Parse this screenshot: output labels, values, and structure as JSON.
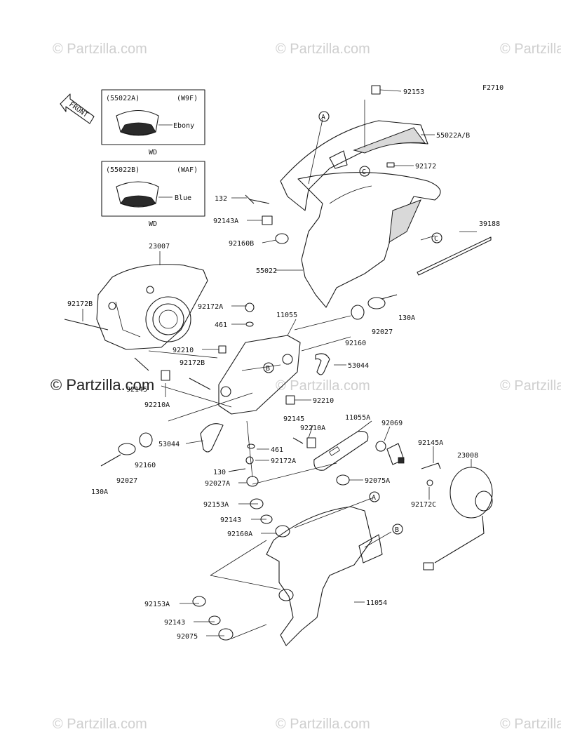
{
  "figure_code": "F2710",
  "front_label": "FRONT",
  "watermark": "© Partzilla.com",
  "inset_a": {
    "code": "(55022A)",
    "variant": "(W9F)",
    "color": "Ebony",
    "footer": "WD"
  },
  "inset_b": {
    "code": "(55022B)",
    "variant": "(WAF)",
    "color": "Blue",
    "footer": "WD"
  },
  "callouts": {
    "a": "A",
    "b": "B",
    "c": "C"
  },
  "parts": {
    "p92153_top": "92153",
    "p55022ab": "55022A/B",
    "p92172": "92172",
    "p132": "132",
    "p92143a": "92143A",
    "p92160b": "92160B",
    "p39188": "39188",
    "p55022": "55022",
    "p23007": "23007",
    "p92172b_l": "92172B",
    "p92172a": "92172A",
    "p11055": "11055",
    "p461_a": "461",
    "p130a_r": "130A",
    "p92027_r": "92027",
    "p92160_r": "92160",
    "p92210": "92210",
    "p92172b_m": "92172B",
    "p53044_r": "53044",
    "p92145_hidden": "92145",
    "p92210a_l": "92210A",
    "p92210_m": "92210",
    "p92145": "92145",
    "p92210a_m": "92210A",
    "p11055a": "11055A",
    "p92069": "92069",
    "p53044_l": "53044",
    "p461_b": "461",
    "p92172a_m": "92172A",
    "p92145a": "92145A",
    "p23008": "23008",
    "p92160_l": "92160",
    "p92027_l": "92027",
    "p130a_l": "130A",
    "p130": "130",
    "p92027a": "92027A",
    "p92075a": "92075A",
    "p92172c": "92172C",
    "p92153a_m": "92153A",
    "p92143_m": "92143",
    "p92160a": "92160A",
    "p11054": "11054",
    "p92153a_b": "92153A",
    "p92143_b": "92143",
    "p92075": "92075"
  }
}
